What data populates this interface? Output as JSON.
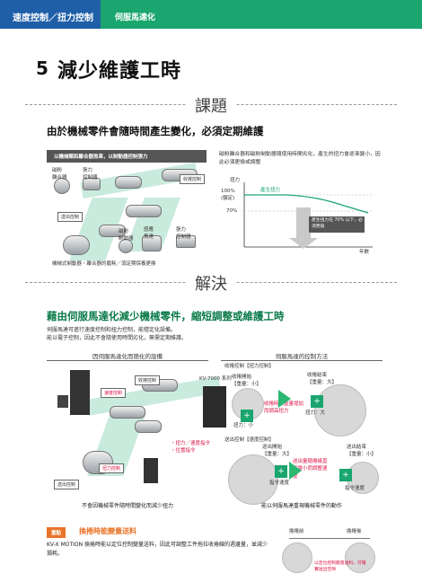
{
  "header": {
    "category": "速度控制／扭力控制",
    "section": "伺服馬達化"
  },
  "heading": {
    "number": "5",
    "title": "減少維護工時"
  },
  "problem": {
    "label": "課題",
    "headline": "由於機械零件會隨時間產生變化，必須定期維護",
    "banner": "以機械類和離合器煞車，以制動器控制張力",
    "diagram_labels": {
      "clutch": "磁粉\n離合器",
      "tension_meter": "張力\n控制器",
      "brake": "磁粉\n制動器",
      "motor": "感應\n馬達",
      "tension_controller": "張力\n控制器",
      "wind": "收捲控制",
      "unwind": "送出控制",
      "note": "機械式制動器・離合器的磨耗／須定期保養更換"
    },
    "description": "磁粉離合器和磁粉制動器隨使用時間劣化，產生的扭力會逐漸變小，因此必須更換或調整",
    "chart": {
      "ylabel": "扭力",
      "y100": "100%\n(額定)",
      "y70": "70%",
      "series_label": "產生扭力",
      "xlabel": "年數",
      "callout": "產生扭力在 70% 以下，必須更換"
    }
  },
  "solution": {
    "label": "解決",
    "headline": "藉由伺服馬達化減少機械零件，縮短調整或維護工時",
    "description": "伺服馬達可進行速度控制和扭力控制，能穩定化設備。\n能以電子控制，因此不會隨使用時間劣化，無需定期維護。",
    "left_box_title": "因伺服馬達化而簡化的設備",
    "right_box_title": "伺服馬達的控制方法",
    "diagram_labels": {
      "wind": "收捲控制",
      "speed": "速度控制",
      "torque": "扭力控制",
      "model": "KV-7000 系列",
      "unwind": "送出控制",
      "note": "・扭力／速度指令\n・位置指令"
    },
    "ctrl": {
      "winding_title": "收捲控制【扭力控制】",
      "winding_start": "收捲開始\n【重量：小】",
      "winding_end": "收捲結束\n【重量：大】",
      "torque_small": "扭力：小",
      "torque_large": "扭力：大",
      "winding_note": "收捲時依重量增加而調高扭力",
      "unwinding_title": "送出控制【速度控制】",
      "unwinding_start": "送出開始\n【重量：大】",
      "unwinding_end": "送出結束\n【重量：小】",
      "speed_small": "指令速度",
      "speed_large": "指令速度",
      "unwinding_note": "送出量隨捲繞直徑變小而調整速度"
    },
    "left_caption": "不會因機械零件隨時間變化而減少扭力",
    "right_caption": "能以伺服馬達重現機械零件的動作"
  },
  "bottom": {
    "tag": "重點",
    "title": "換捲時能變量送料",
    "text": "KV-X MOTION 換捲時能以定位控制變量送料，因此可調整工件拖拉收捲線的週邊量，並減少損耗。",
    "diagram_before": "換捲前",
    "diagram_after": "換捲後",
    "diagram_note": "以定位控制變量送料，可確實送出空隙"
  }
}
